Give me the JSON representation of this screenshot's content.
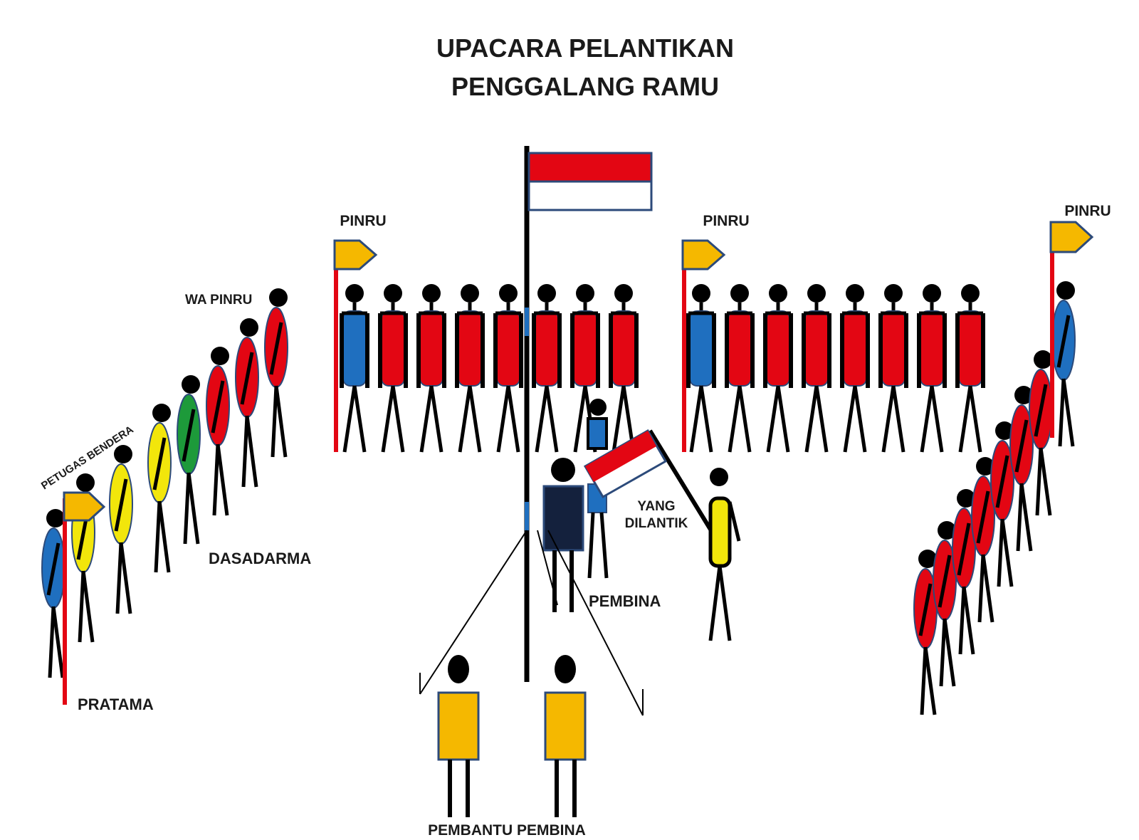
{
  "title": {
    "line1": "UPACARA PELANTIKAN",
    "line2": "PENGGALANG RAMU"
  },
  "labels": {
    "pinru": "PINRU",
    "wa_pinru": "WA PINRU",
    "petugas_bendera": "PETUGAS BENDERA",
    "dasadarma": "DASADARMA",
    "pratama": "PRATAMA",
    "yang_dilantik_1": "YANG",
    "yang_dilantik_2": "DILANTIK",
    "pembina": "PEMBINA",
    "pembantu_pembina": "PEMBANTU PEMBINA"
  },
  "colors": {
    "red": "#e30613",
    "blue": "#1f6fbf",
    "yellow": "#f2e60b",
    "green": "#1d9a3a",
    "gold": "#f5b800",
    "navy": "#14213d",
    "outline": "#2c4a7a",
    "black": "#000000"
  }
}
